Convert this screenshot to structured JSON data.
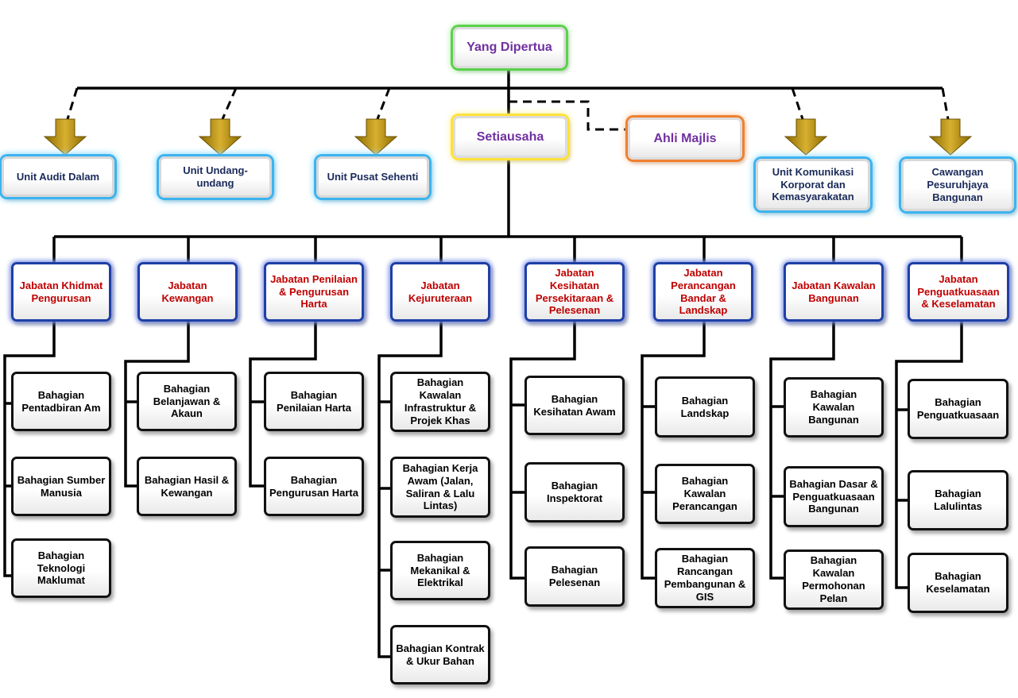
{
  "top": {
    "yang_dipertua": "Yang Dipertua",
    "setiausaha": "Setiausaha",
    "ahli_majlis": "Ahli Majlis"
  },
  "units": [
    "Unit Audit Dalam",
    "Unit Undang-undang",
    "Unit Pusat Sehenti",
    "Unit Komunikasi Korporat dan Kemasyarakatan",
    "Cawangan Pesuruhjaya Bangunan"
  ],
  "departments": [
    {
      "name": "Jabatan Khidmat Pengurusan",
      "sections": [
        "Bahagian Pentadbiran Am",
        "Bahagian Sumber Manusia",
        "Bahagian Teknologi Maklumat"
      ]
    },
    {
      "name": "Jabatan Kewangan",
      "sections": [
        "Bahagian Belanjawan & Akaun",
        "Bahagian Hasil & Kewangan"
      ]
    },
    {
      "name": "Jabatan Penilaian & Pengurusan Harta",
      "sections": [
        "Bahagian Penilaian Harta",
        "Bahagian Pengurusan Harta"
      ]
    },
    {
      "name": "Jabatan Kejuruteraan",
      "sections": [
        "Bahagian Kawalan Infrastruktur & Projek Khas",
        "Bahagian Kerja Awam (Jalan, Saliran & Lalu Lintas)",
        "Bahagian Mekanikal & Elektrikal",
        "Bahagian Kontrak & Ukur Bahan"
      ]
    },
    {
      "name": "Jabatan Kesihatan Persekitaraan & Pelesenan",
      "sections": [
        "Bahagian Kesihatan Awam",
        "Bahagian Inspektorat",
        "Bahagian Pelesenan"
      ]
    },
    {
      "name": "Jabatan Perancangan Bandar & Landskap",
      "sections": [
        "Bahagian Landskap",
        "Bahagian Kawalan Perancangan",
        "Bahagian Rancangan Pembangunan & GIS"
      ]
    },
    {
      "name": "Jabatan Kawalan Bangunan",
      "sections": [
        "Bahagian Kawalan Bangunan",
        "Bahagian Dasar & Penguatkuasaan Bangunan",
        "Bahagian Kawalan Permohonan Pelan"
      ]
    },
    {
      "name": "Jabatan Penguatkuasaan & Keselamatan",
      "sections": [
        "Bahagian Penguatkuasaan",
        "Bahagian Lalulintas",
        "Bahagian Keselamatan"
      ]
    }
  ],
  "colors": {
    "dept_text": "#c00000",
    "top_text": "#7030a0",
    "unit_text": "#1a2a5a",
    "arrow": "#b8900a"
  }
}
